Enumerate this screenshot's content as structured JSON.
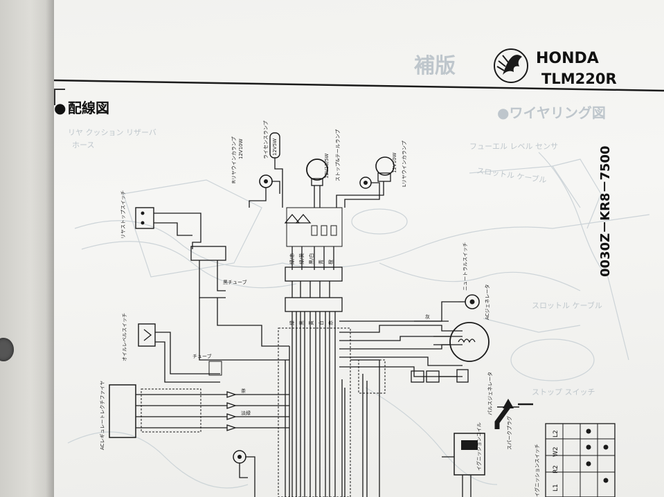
{
  "brand": {
    "name": "HONDA",
    "model": "TLM220R",
    "bg_heading": "補版"
  },
  "section": {
    "bullet": "●",
    "title": "配線図",
    "bg_title": "●ワイヤリング図"
  },
  "part_number": "0030Z－KR8－7500",
  "components": {
    "r_winker": "Rリヤウインカランプ",
    "license_lamp": "ライセンスランプ",
    "stop_tail": "ストップ&テールランプ",
    "l_winker": "Lリヤウインカランプ",
    "rear_stop_switch": "リヤストップスイッチ",
    "oil_level_switch": "オイルレベルスイッチ",
    "ac_regulator": "ACレギュレートレクチファイヤ",
    "neutral_switch": "ニュートラルスイッチ",
    "ac_generator": "ACジェネレータ",
    "pulse_generator": "パルスジェネレータ",
    "ignition_coil": "イグニッションコイル",
    "spark_plug": "スパークプラグ",
    "ignition_switch": "イグニッションスイッチ",
    "tube_black": "黒チューブ",
    "tube": "チューブ"
  },
  "ratings": {
    "winker": "12V10W",
    "license": "12V5W",
    "stop_tail": "12V18/5W"
  },
  "background_labels": {
    "rear_cushion": "リヤ クッション リザーバ",
    "hose": "ホース",
    "fuel_level": "フューエル レベル センサ",
    "throttle_cable": "スロットル ケーブル",
    "throttle_cable_2": "スロットル ケーブル",
    "stop_switch": "ストップ スイッチ"
  },
  "switch_table": {
    "headers": [
      "L2",
      "W2",
      "R2",
      "L1"
    ],
    "colors": {
      "accent": "#1a1a1a",
      "paper": "#f4f4f2"
    }
  },
  "colors": {
    "wire": "#1a1a1a",
    "ghost": "#b9c2c8",
    "paper": "#f4f4f2"
  },
  "wire_labels": [
    "緑/赤",
    "緑/黄",
    "黒/白",
    "青",
    "橙",
    "緑",
    "黒",
    "黄",
    "白",
    "赤",
    "茶",
    "淡緑",
    "灰"
  ]
}
